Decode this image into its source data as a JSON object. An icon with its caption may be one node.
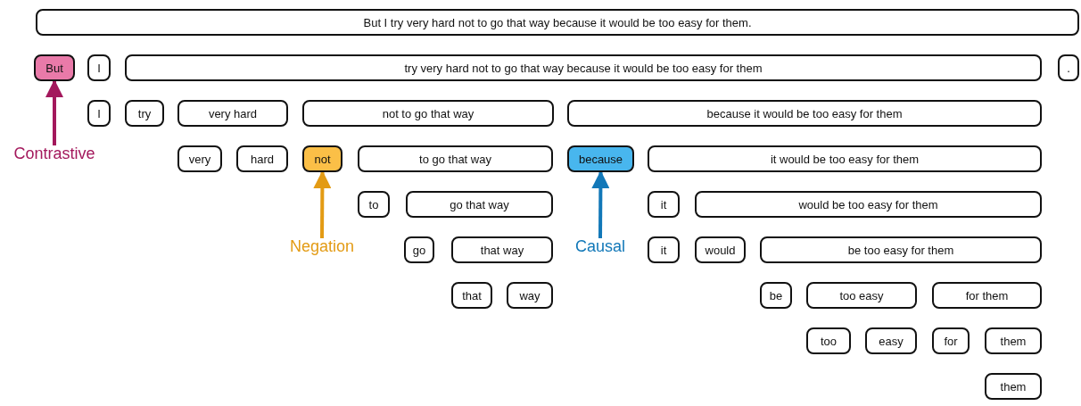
{
  "diagram": {
    "nodes": [
      {
        "text": [
          "But I try very hard not to go that way because it would be too easy for them."
        ]
      },
      {
        "text": [
          "But"
        ]
      },
      {
        "text": [
          "I"
        ]
      },
      {
        "text": [
          "try very hard not to go that way because it would be too easy for them"
        ]
      },
      {
        "text": [
          "."
        ]
      },
      {
        "text": [
          "I"
        ]
      },
      {
        "text": [
          "try"
        ]
      },
      {
        "text": [
          "very hard"
        ]
      },
      {
        "text": [
          "not to go that way"
        ]
      },
      {
        "text": [
          "because it would be too easy for them"
        ]
      },
      {
        "text": [
          "very"
        ]
      },
      {
        "text": [
          "hard"
        ]
      },
      {
        "text": [
          "not"
        ]
      },
      {
        "text": [
          "to go that way"
        ]
      },
      {
        "text": [
          "because"
        ]
      },
      {
        "text": [
          "it would be too easy for them"
        ]
      },
      {
        "text": [
          "to"
        ]
      },
      {
        "text": [
          "go that way"
        ]
      },
      {
        "text": [
          "it"
        ]
      },
      {
        "text": [
          "would be too easy for them"
        ]
      },
      {
        "text": [
          "go"
        ]
      },
      {
        "text": [
          "that way"
        ]
      },
      {
        "text": [
          "it"
        ]
      },
      {
        "text": [
          "would"
        ]
      },
      {
        "text": [
          "be too easy for them"
        ]
      },
      {
        "text": [
          "that"
        ]
      },
      {
        "text": [
          "way"
        ]
      },
      {
        "text": [
          "be"
        ]
      },
      {
        "text": [
          "too easy"
        ]
      },
      {
        "text": [
          "for them"
        ]
      },
      {
        "text": [
          "too"
        ]
      },
      {
        "text": [
          "easy"
        ]
      },
      {
        "text": [
          "for"
        ]
      },
      {
        "text": [
          "them"
        ]
      },
      {
        "text": [
          "them"
        ]
      },
      {
        "text": [
          "Contrastive"
        ]
      },
      {
        "text": [
          "Negation"
        ]
      },
      {
        "text": [
          "Causal"
        ]
      }
    ],
    "edges": [
      {
        "from": 35,
        "to": 1,
        "arrow": "to",
        "color": "#a3185c"
      },
      {
        "from": 36,
        "to": 12,
        "arrow": "to",
        "color": "#e39b14"
      },
      {
        "from": 37,
        "to": 14,
        "arrow": "to",
        "color": "#1278b8"
      }
    ]
  }
}
